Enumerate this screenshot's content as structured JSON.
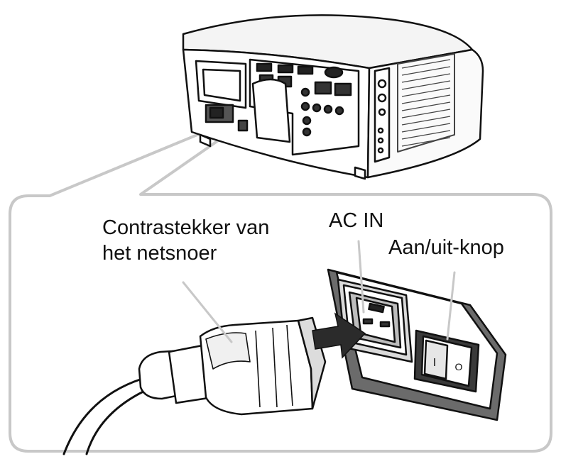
{
  "labels": {
    "plug_line1": "Contrastekker van",
    "plug_line2": "het netsnoer",
    "ac_in": "AC IN",
    "power_switch": "Aan/uit-knop"
  },
  "switch_marks": {
    "on": "I",
    "off": "O"
  },
  "colors": {
    "ink": "#111111",
    "frame": "#c8c8c8",
    "arrow": "#2b2b2b",
    "shade": "#6b6b6b"
  }
}
